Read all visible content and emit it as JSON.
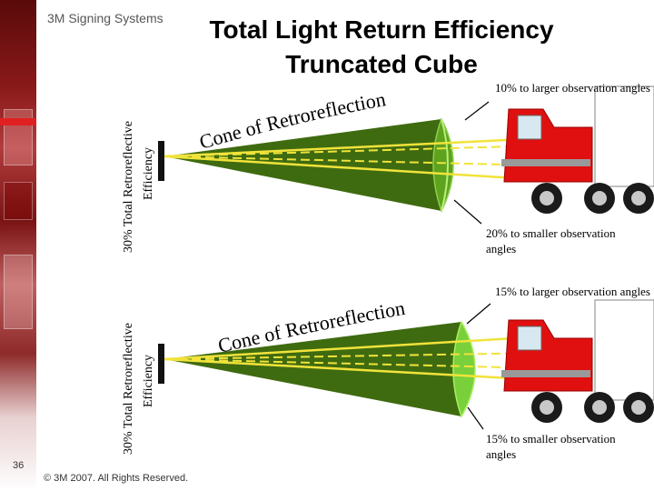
{
  "header": {
    "brand": "3M Signing Systems",
    "title_line1": "Total Light Return Efficiency",
    "title_line2": "Truncated Cube"
  },
  "panels": [
    {
      "axis_label_main": "30% Total Retroreflective",
      "axis_label_sub": "Efficiency",
      "cone_label": "Cone of Retroreflection",
      "annotation_top": "10% to larger observation angles",
      "annotation_bottom": "20% to smaller observation angles"
    },
    {
      "axis_label_main": "30% Total Retroreflective",
      "axis_label_sub": "Efficiency",
      "cone_label": "Cone of Retroreflection",
      "annotation_top": "15% to larger observation angles",
      "annotation_bottom": "15% to smaller observation angles"
    }
  ],
  "footer": {
    "slide_number": "36",
    "copyright": "© 3M 2007.  All Rights Reserved."
  },
  "colors": {
    "cone": "#3f6b10",
    "cone_edge": "#8bd04a",
    "beam": "#f0e33a",
    "truck_red": "#e01010",
    "tire": "#1a1a1a",
    "wheel": "#c8c8c8"
  }
}
